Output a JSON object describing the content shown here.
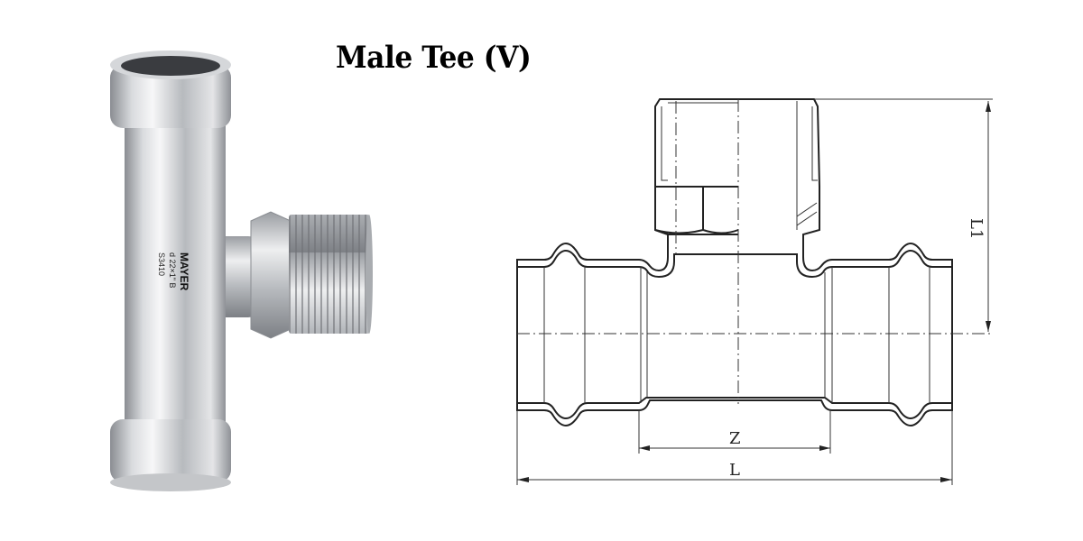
{
  "title": "Male Tee (V)",
  "photo": {
    "brand_marking": "MAYER",
    "size_marking": "d 22×1\" B",
    "material_marking": "S3410"
  },
  "drawing": {
    "dim_labels": {
      "z": "Z",
      "l": "L",
      "l1": "L1"
    }
  }
}
